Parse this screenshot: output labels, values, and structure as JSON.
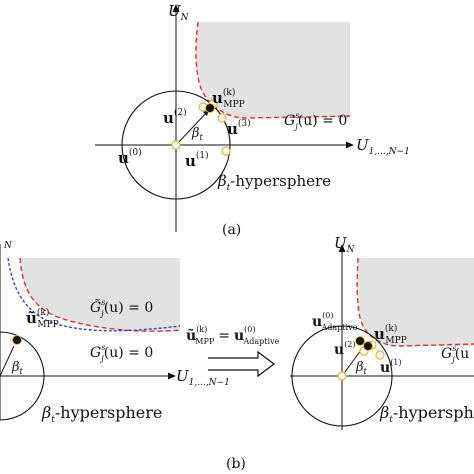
{
  "colors": {
    "failure_region": "#e2e2e2",
    "limit_state_exact": "#dd3333",
    "limit_state_surrogate": "#3344cc",
    "sample_point_fill": "#ffffff",
    "sample_point_stroke": "#e3b33a",
    "mpp_point": "#111111",
    "adaptive_point": "#111111",
    "axis": "#111111",
    "circle": "#111111"
  },
  "panel_a": {
    "axis_y_label": "U",
    "axis_y_sub": "N",
    "axis_x_label": "U",
    "axis_x_sub": "1,...,N−1",
    "u0": "u",
    "u0_sup": "(0)",
    "u1": "u",
    "u1_sup": "(1)",
    "u2": "u",
    "u2_sup": "(2)",
    "u3": "u",
    "u3_sup": "(3)",
    "mpp_label": "u",
    "mpp_sub": "MPP",
    "mpp_sup": "(k)",
    "beta": "β",
    "beta_sub": "t",
    "g_label": "G",
    "g_sup": "s",
    "g_sub": "j",
    "g_expr": "(u) = 0",
    "hypersphere": "-hypersphere",
    "caption": "(a)"
  },
  "panel_b_left": {
    "axis_y_sub": "N",
    "axis_x_label": "U",
    "axis_x_sub": "1,...,N−1",
    "mpp_label": "ũ",
    "mpp_sub": "MPP",
    "mpp_sup": "(k)",
    "beta": "β",
    "beta_sub": "t",
    "g_tilde_label": "G̃",
    "g_tilde_sup": "s",
    "g_tilde_sub": "j",
    "g_tilde_expr": "(u) = 0",
    "g_label": "G",
    "g_sup": "s",
    "g_sub": "j",
    "g_expr": "(u) = 0",
    "hypersphere": "-hypersphere"
  },
  "update_rule": {
    "lhs": "ũ",
    "lhs_sub": "MPP",
    "lhs_sup": "(k)",
    "eq": "=",
    "rhs": "u",
    "rhs_sub": "Adaptive",
    "rhs_sup": "(0)"
  },
  "panel_b_right": {
    "axis_y_label": "U",
    "axis_y_sub": "N",
    "adaptive_label": "u",
    "adaptive_sub": "Adaptive",
    "adaptive_sup": "(0)",
    "mpp_label": "u",
    "mpp_sub": "MPP",
    "mpp_sup": "(k)",
    "u1": "u",
    "u1_sup": "(1)",
    "u2": "u",
    "u2_sup": "(2)",
    "beta": "β",
    "beta_sub": "t",
    "g_label": "G",
    "g_sup": "s",
    "g_sub": "j",
    "g_expr": "(u",
    "hypersphere": "-hypersph"
  },
  "caption_b": "(b)"
}
